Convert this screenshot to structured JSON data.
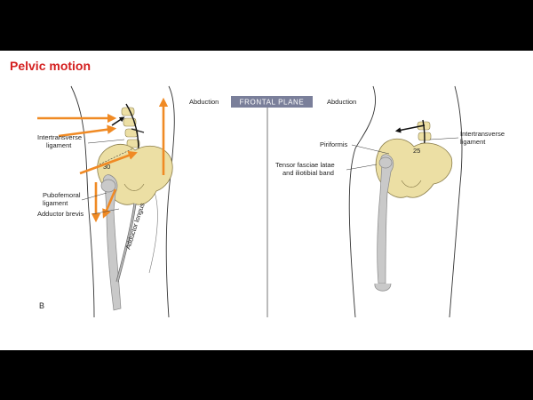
{
  "slide": {
    "title": "Pelvic motion",
    "plane_label": "FRONTAL PLANE",
    "left_panel": {
      "heading": "Abduction",
      "panel_letter": "B",
      "angle": "30",
      "labels": {
        "intertransverse_line1": "Intertransverse",
        "intertransverse_line2": "ligament",
        "pubofemoral_line1": "Pubofemoral",
        "pubofemoral_line2": "ligament",
        "adductor_brevis": "Adductor brevis",
        "adductor_longus": "Adductor longus"
      }
    },
    "right_panel": {
      "heading": "Abduction",
      "angle": "25",
      "labels": {
        "intertransverse_line1": "Intertransverse",
        "intertransverse_line2": "ligament",
        "piriformis": "Piriformis",
        "tensor_line1": "Tensor fasciae latae",
        "tensor_line2": "and iliotibial band"
      }
    },
    "colors": {
      "title": "#d42020",
      "arrow": "#f08a24",
      "bone": "#ecdfa4",
      "bone_outline": "#8a7d4a",
      "femur": "#c9c9c9",
      "plane_box": "#7a7f9a"
    }
  }
}
